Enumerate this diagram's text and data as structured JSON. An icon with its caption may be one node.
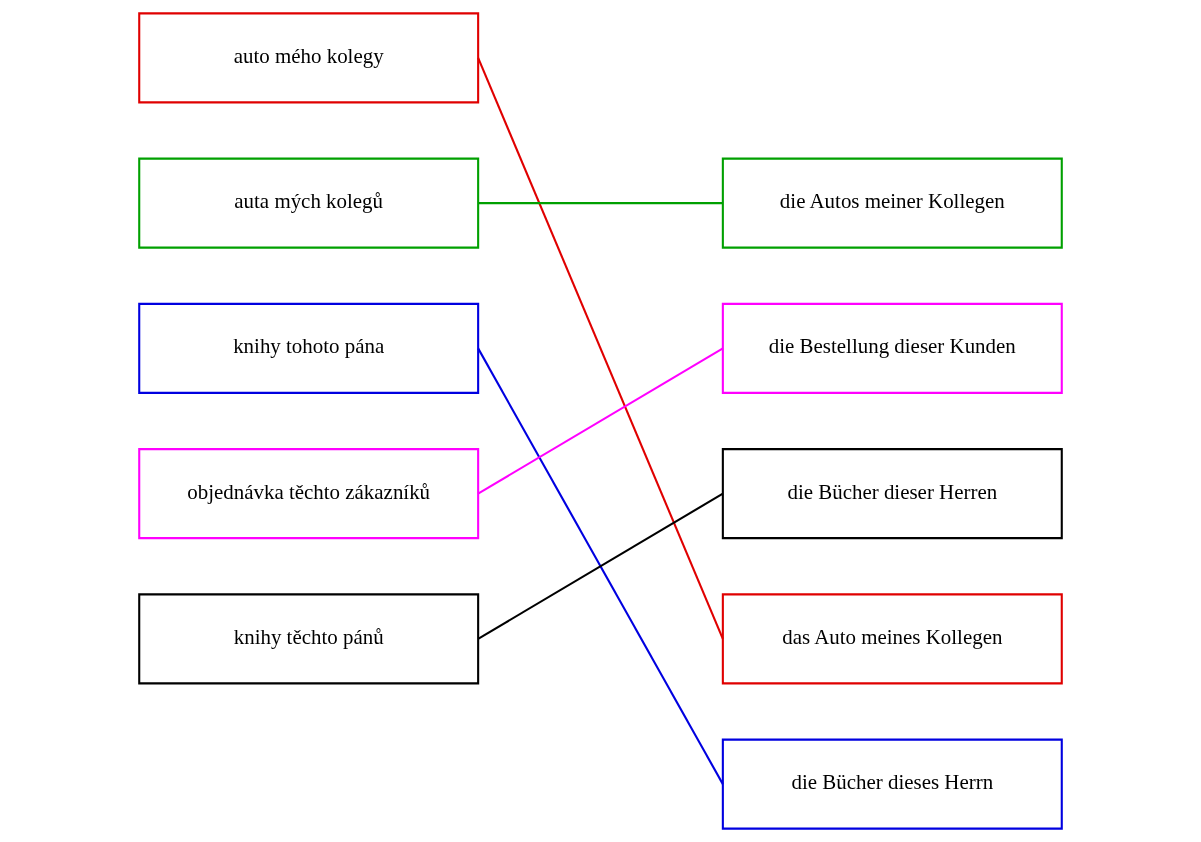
{
  "diagram": {
    "nodes": [
      {
        "text": [
          "auto mého kolegy"
        ]
      },
      {
        "text": [
          "auta mých kolegů"
        ]
      },
      {
        "text": [
          "knihy tohoto pána"
        ]
      },
      {
        "text": [
          "objednávka těchto zákazníků"
        ]
      },
      {
        "text": [
          "knihy těchto pánů"
        ]
      },
      {
        "text": [
          "die Autos meiner Kollegen"
        ]
      },
      {
        "text": [
          "die Bestellung dieser Kunden"
        ]
      },
      {
        "text": [
          "die Bücher dieser Herren"
        ]
      },
      {
        "text": [
          "das Auto meines Kollegen"
        ]
      },
      {
        "text": [
          "die Bücher dieses Herrn"
        ]
      }
    ],
    "edges": [
      {
        "from": 0,
        "to": 8,
        "arrow": "none",
        "color": "#e00000"
      },
      {
        "from": 1,
        "to": 5,
        "arrow": "none",
        "color": "#00a000"
      },
      {
        "from": 2,
        "to": 9,
        "arrow": "none",
        "color": "#0000e0"
      },
      {
        "from": 3,
        "to": 6,
        "arrow": "none",
        "color": "#ff00ff"
      },
      {
        "from": 4,
        "to": 7,
        "arrow": "none",
        "color": "#000000"
      }
    ]
  }
}
